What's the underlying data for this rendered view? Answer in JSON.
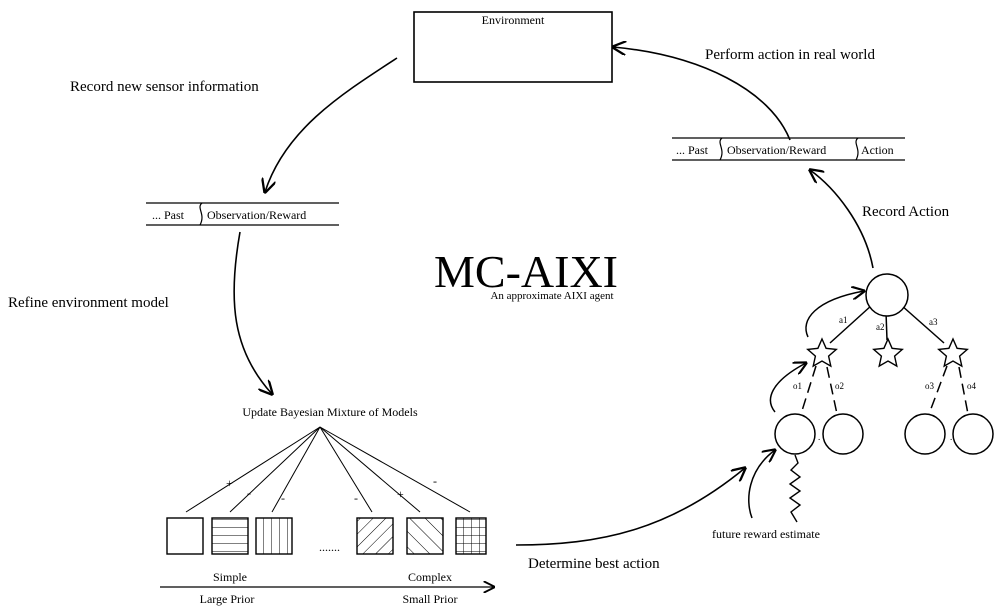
{
  "title": "MC-AIXI",
  "subtitle": "An approximate AIXI agent",
  "environment": "Environment",
  "flow": {
    "record_sensor": "Record new sensor information",
    "perform_action": "Perform action in real world",
    "record_action": "Record Action",
    "refine_model": "Refine environment model",
    "update_mixture": "Update Bayesian Mixture of Models",
    "best_action": "Determine best action"
  },
  "history_left": {
    "past": "... Past",
    "obs": "Observation/Reward"
  },
  "history_right": {
    "past": "... Past",
    "obs": "Observation/Reward",
    "action": "Action"
  },
  "mixture": {
    "signs": [
      "+",
      "-",
      "-",
      "-",
      "+",
      "-"
    ],
    "ellipsis": ".......",
    "axis": {
      "simple": "Simple",
      "complex": "Complex",
      "large_prior": "Large Prior",
      "small_prior": "Small Prior"
    }
  },
  "tree": {
    "actions": [
      "a1",
      "a2",
      "a3"
    ],
    "observations": [
      "o1",
      "o2",
      "o3",
      "o4"
    ],
    "dots": [
      ".",
      "."
    ],
    "future": "future reward estimate"
  }
}
